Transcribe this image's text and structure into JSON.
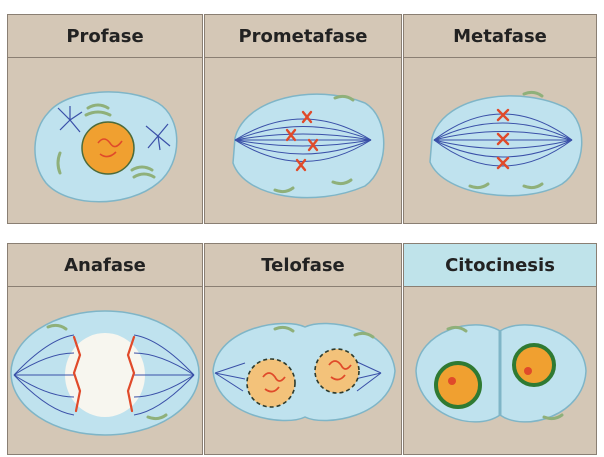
{
  "phases": [
    {
      "label": "Profase"
    },
    {
      "label": "Prometafase"
    },
    {
      "label": "Metafase"
    },
    {
      "label": "Anafase"
    },
    {
      "label": "Telofase"
    },
    {
      "label": "Citocinesis"
    }
  ],
  "colors": {
    "panel": "#d4c7b6",
    "highlight_header": "#bfe3ea",
    "cell": "#bfe2ee",
    "chromosome": "#e04a2a",
    "spindle": "#3a50a8",
    "organelle": "#8fb07a",
    "nucleus": "#f0a030",
    "nuclear_envelope": "#2f7a32"
  }
}
